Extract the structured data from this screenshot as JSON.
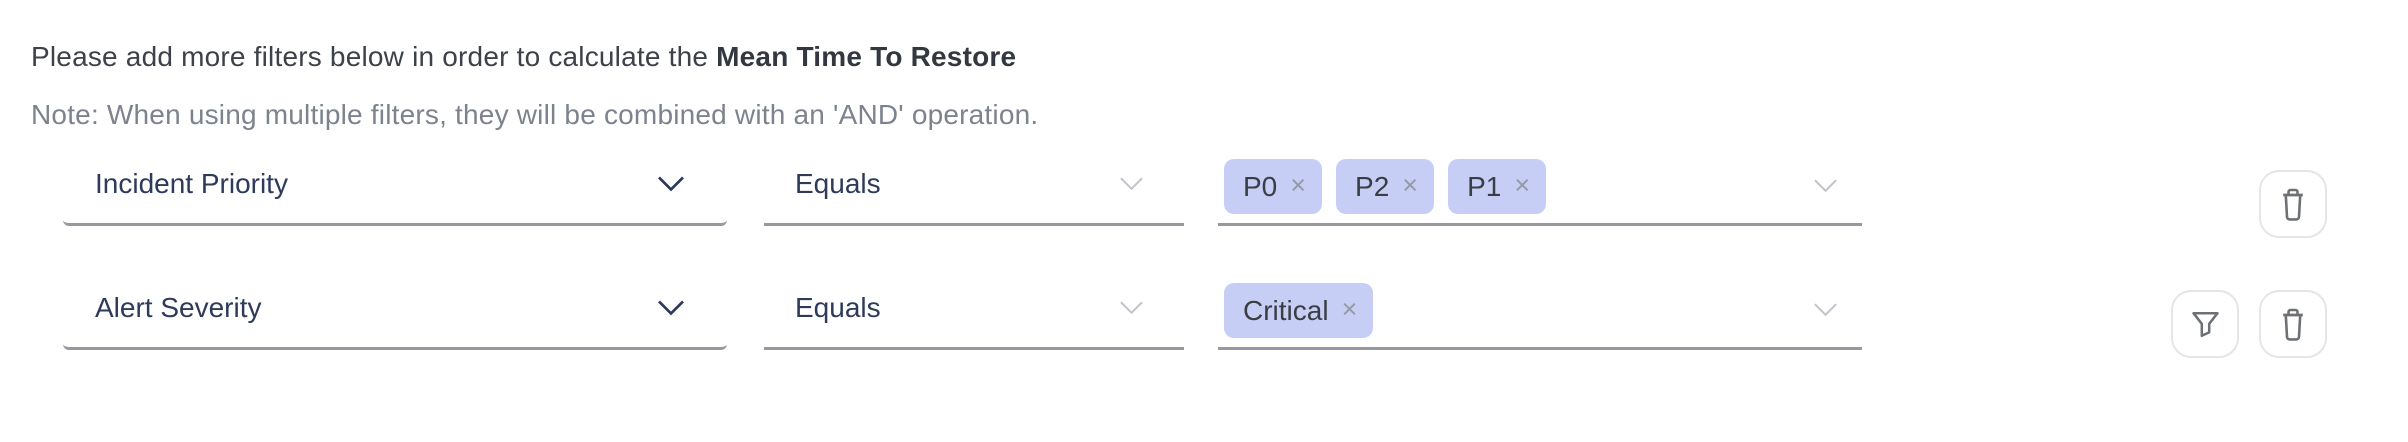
{
  "header": {
    "intro_text": "Please add more filters below in order to calculate the ",
    "metric_name": "Mean Time To Restore",
    "note": "Note: When using multiple filters, they will be combined with an 'AND' operation."
  },
  "glyphs": {
    "remove_tag": "×"
  },
  "colors": {
    "accent_navy": "#2d3a5a",
    "tag_background": "#c7cef5",
    "tag_text": "#393d44",
    "underline_gray": "#97999e",
    "note_gray": "#7d838e",
    "icon_gray": "#6d7176",
    "button_border": "#e3e5e8"
  },
  "rows": [
    {
      "field_label": "Incident Priority",
      "operator_label": "Equals",
      "values": [
        {
          "label": "P0"
        },
        {
          "label": "P2"
        },
        {
          "label": "P1"
        }
      ],
      "actions": [
        {
          "icon": "trash-icon"
        }
      ]
    },
    {
      "field_label": "Alert Severity",
      "operator_label": "Equals",
      "values": [
        {
          "label": "Critical"
        }
      ],
      "actions": [
        {
          "icon": "funnel-icon"
        },
        {
          "icon": "trash-icon"
        }
      ]
    }
  ]
}
